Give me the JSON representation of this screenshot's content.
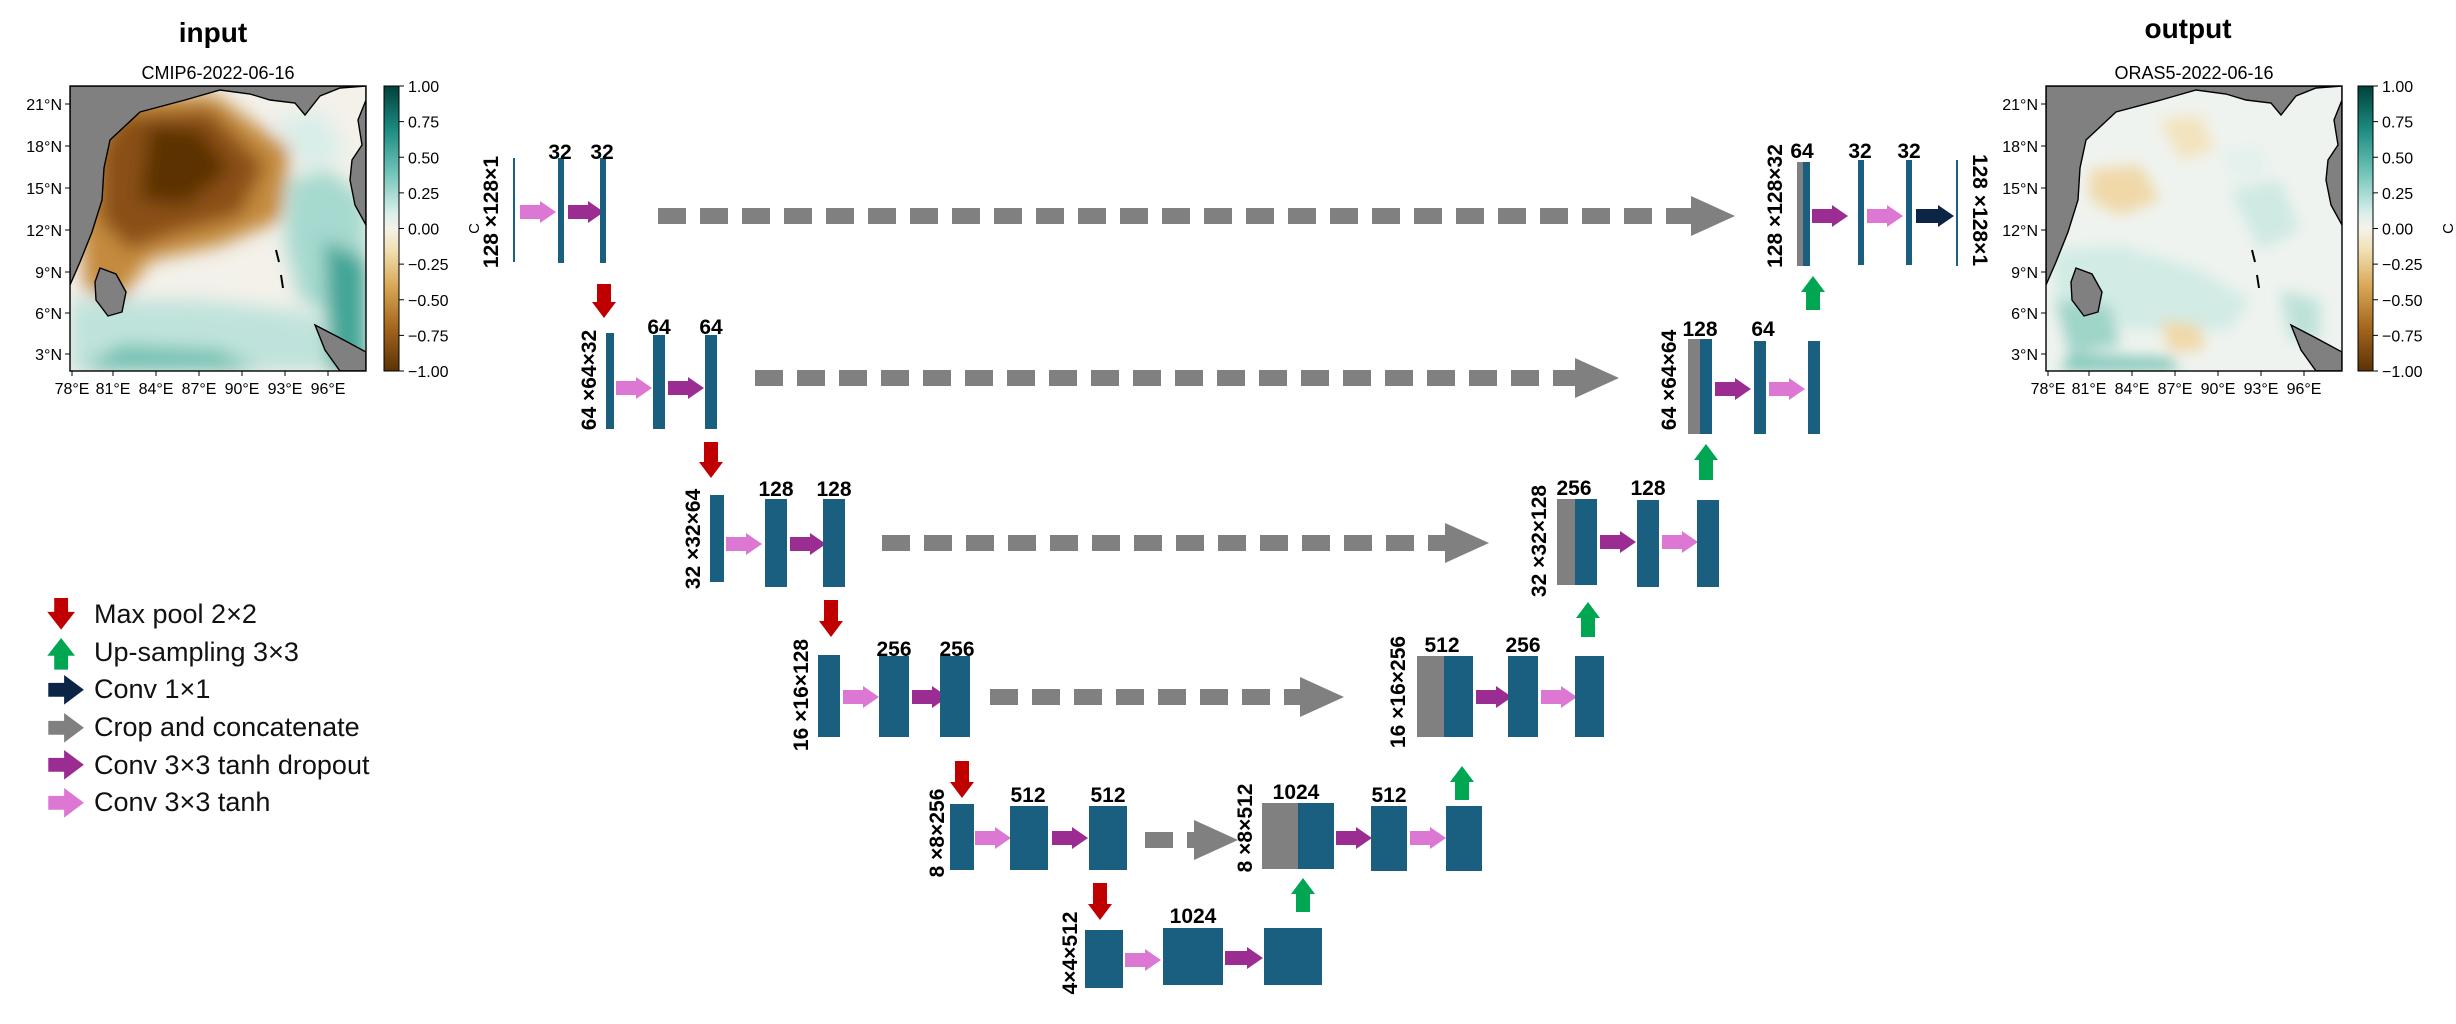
{
  "maps": {
    "input": {
      "heading": "input",
      "subtitle": "CMIP6-2022-06-16",
      "lat_labels": [
        "21°N",
        "18°N",
        "15°N",
        "12°N",
        "9°N",
        "6°N",
        "3°N"
      ],
      "lon_labels": [
        "78°E",
        "81°E",
        "84°E",
        "87°E",
        "90°E",
        "93°E",
        "96°E"
      ],
      "colorbar_ticks": [
        "1.00",
        "0.75",
        "0.50",
        "0.25",
        "0.00",
        "−0.25",
        "−0.50",
        "−0.75",
        "−1.00"
      ],
      "colorbar_unit": "C"
    },
    "output": {
      "heading": "output",
      "subtitle": "ORAS5-2022-06-16",
      "lat_labels": [
        "21°N",
        "18°N",
        "15°N",
        "12°N",
        "9°N",
        "6°N",
        "3°N"
      ],
      "lon_labels": [
        "78°E",
        "81°E",
        "84°E",
        "87°E",
        "90°E",
        "93°E",
        "96°E"
      ],
      "colorbar_ticks": [
        "1.00",
        "0.75",
        "0.50",
        "0.25",
        "0.00",
        "−0.25",
        "−0.50",
        "−0.75",
        "−1.00"
      ],
      "colorbar_unit": "C"
    }
  },
  "legend": [
    {
      "icon": "max-pool-arrow-icon",
      "color": "#c00000",
      "dir": "down",
      "label": "Max pool 2×2"
    },
    {
      "icon": "up-sampling-arrow-icon",
      "color": "#00a651",
      "dir": "up",
      "label": "Up-sampling 3×3"
    },
    {
      "icon": "conv1x1-arrow-icon",
      "color": "#0b2545",
      "dir": "right",
      "label": "Conv 1×1"
    },
    {
      "icon": "crop-concat-arrow-icon",
      "color": "#808080",
      "dir": "right",
      "label": "Crop and concatenate"
    },
    {
      "icon": "conv-tanh-dropout-arrow-icon",
      "color": "#9b2c92",
      "dir": "right",
      "label": "Conv 3×3 tanh dropout"
    },
    {
      "icon": "conv-tanh-arrow-icon",
      "color": "#dd77d4",
      "dir": "right",
      "label": "Conv 3×3 tanh"
    }
  ],
  "network": {
    "encoder": [
      {
        "shape_label": "128 ×128×1",
        "channels": [
          "32",
          "32"
        ]
      },
      {
        "shape_label": "64 ×64×32",
        "channels": [
          "64",
          "64"
        ]
      },
      {
        "shape_label": "32 ×32×64",
        "channels": [
          "128",
          "128"
        ]
      },
      {
        "shape_label": "16 ×16×128",
        "channels": [
          "256",
          "256"
        ]
      },
      {
        "shape_label": "8 ×8×256",
        "channels": [
          "512",
          "512"
        ]
      }
    ],
    "bottleneck": {
      "shape_label": "4×4×512",
      "channels": [
        "1024"
      ]
    },
    "decoder": [
      {
        "shape_label": "8 ×8×512",
        "channels": [
          "1024",
          "512"
        ]
      },
      {
        "shape_label": "16 ×16×256",
        "channels": [
          "512",
          "256"
        ]
      },
      {
        "shape_label": "32 ×32×128",
        "channels": [
          "256",
          "128"
        ]
      },
      {
        "shape_label": "64 ×64×64",
        "channels": [
          "128",
          "64"
        ]
      },
      {
        "shape_label": "128 ×128×32",
        "channels": [
          "64",
          "32",
          "32"
        ]
      }
    ],
    "output_shape_label": "128 ×128×1"
  },
  "colors": {
    "block": "#1a5e80",
    "concat_block": "#808080",
    "max_pool": "#c00000",
    "up_sampling": "#00a651",
    "conv1x1": "#0b2545",
    "crop_concat": "#808080",
    "conv_tanh_dropout": "#9b2c92",
    "conv_tanh": "#dd77d4",
    "land": "#808080"
  }
}
